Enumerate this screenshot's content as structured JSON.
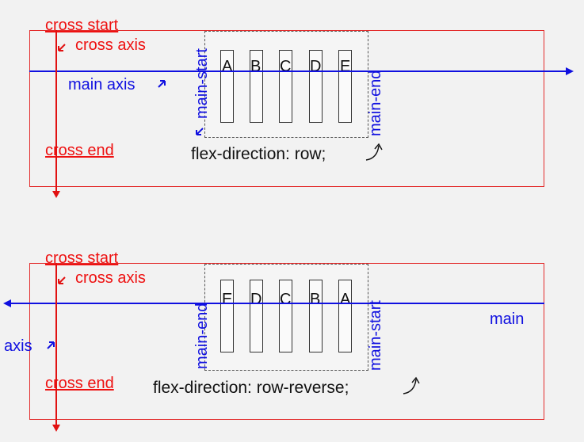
{
  "colors": {
    "cross": "#e11111",
    "main": "#1010e0",
    "frame": "#e32b2b"
  },
  "top": {
    "cross_start": "cross start",
    "cross_axis": "cross axis",
    "main_axis": "main axis",
    "cross_end": "cross end",
    "main_start": "main-start",
    "main_end": "main-end",
    "items": [
      "A",
      "B",
      "C",
      "D",
      "E"
    ],
    "caption": "flex-direction: row;"
  },
  "bottom": {
    "cross_start": "cross start",
    "cross_axis": "cross axis",
    "main_axis_left": "axis",
    "main_axis_right": "main",
    "cross_end": "cross end",
    "main_end": "main-end",
    "main_start": "main-start",
    "items": [
      "E",
      "D",
      "C",
      "B",
      "A"
    ],
    "caption": "flex-direction: row-reverse;"
  }
}
